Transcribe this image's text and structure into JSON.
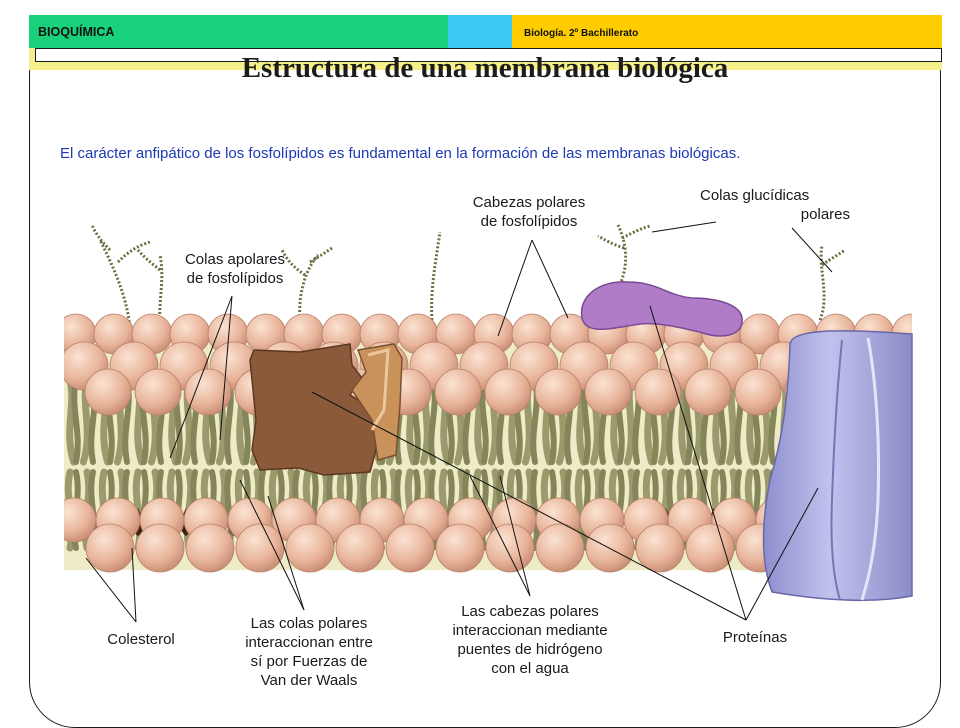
{
  "header": {
    "subject": "BIOQUÍMICA",
    "course": "Biología. 2º Bachillerato"
  },
  "title": "Estructura de una membrana biológica",
  "intro": "El carácter anfipático de los fosfolípidos es fundamental en la formación de las membranas biológicas.",
  "labels": {
    "colas_apolares": [
      "Colas apolares",
      "de fosfolípidos"
    ],
    "cabezas_polares": [
      "Cabezas polares",
      "de fosfolípidos"
    ],
    "colas_glucidicas": [
      "Colas glucídicas",
      "polares"
    ],
    "colesterol": "Colesterol",
    "colas_vdw": [
      "Las colas polares",
      "interaccionan entre",
      "sí por Fuerzas de",
      "Van der Waals"
    ],
    "cabezas_h": [
      "Las cabezas polares",
      "interaccionan mediante",
      "puentes de hidrógeno",
      "con el agua"
    ],
    "proteinas": "Proteínas"
  },
  "colors": {
    "head": "#e9b9a0",
    "tail": "#9a9a6c",
    "protein_brown": "#8b5a3a",
    "protein_tan": "#c8925a",
    "protein_violet": "#aeaee0",
    "protein_purple": "#b07cc8",
    "text_blue": "#1d39b4"
  }
}
